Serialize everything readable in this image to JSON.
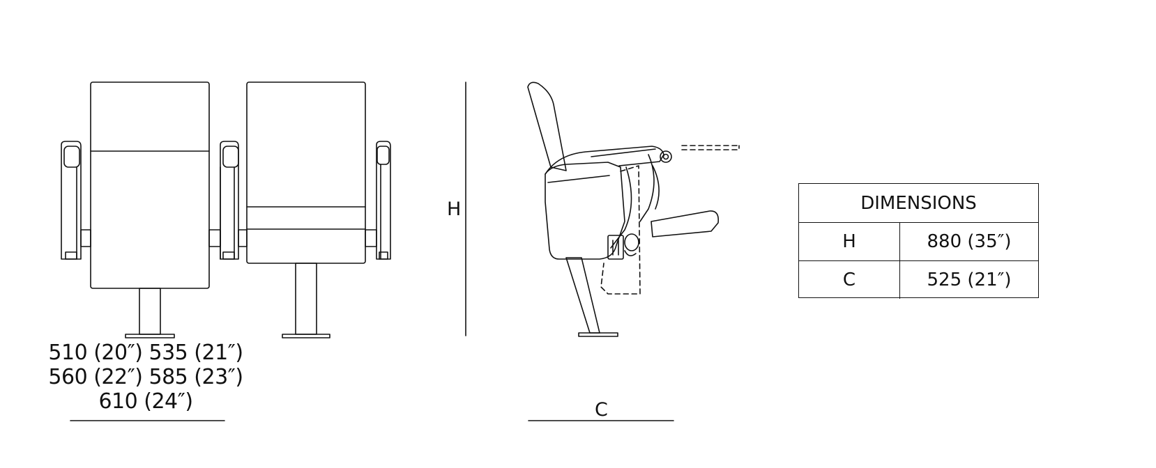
{
  "front_view": {
    "width_options": [
      "510 (20″) 535 (21″)",
      "560 (22″) 585 (23″)",
      "610 (24″)"
    ]
  },
  "height_label": "H",
  "depth_label": "C",
  "dimensions_table": {
    "title": "DIMENSIONS",
    "rows": [
      {
        "key": "H",
        "value": "880 (35″)"
      },
      {
        "key": "C",
        "value": "525 (21″)"
      }
    ]
  }
}
